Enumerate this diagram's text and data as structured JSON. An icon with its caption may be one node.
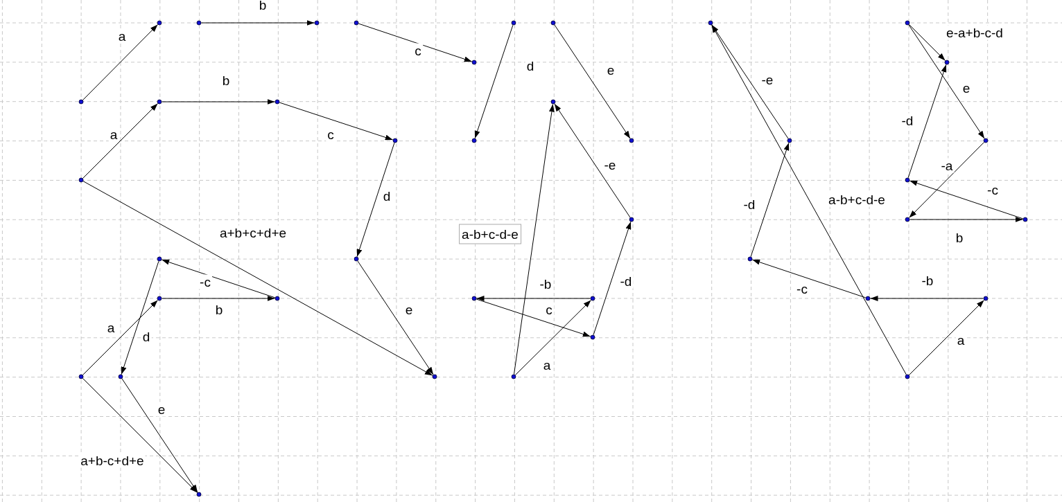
{
  "diagram": {
    "nodes": [
      {
        "text": [],
        "shape": "circle"
      },
      {
        "text": [],
        "shape": "circle"
      },
      {
        "text": [],
        "shape": "circle"
      },
      {
        "text": [],
        "shape": "circle"
      },
      {
        "text": [],
        "shape": "circle"
      },
      {
        "text": [],
        "shape": "circle"
      },
      {
        "text": [],
        "shape": "circle"
      },
      {
        "text": [],
        "shape": "circle"
      },
      {
        "text": [],
        "shape": "circle"
      },
      {
        "text": [],
        "shape": "circle"
      },
      {
        "text": [],
        "shape": "circle"
      },
      {
        "text": [],
        "shape": "circle"
      },
      {
        "text": [],
        "shape": "circle"
      },
      {
        "text": [],
        "shape": "circle"
      },
      {
        "text": [],
        "shape": "circle"
      },
      {
        "text": [],
        "shape": "circle"
      },
      {
        "text": [],
        "shape": "circle"
      },
      {
        "text": [],
        "shape": "circle"
      },
      {
        "text": [],
        "shape": "circle"
      },
      {
        "text": [],
        "shape": "circle"
      },
      {
        "text": [],
        "shape": "circle"
      },
      {
        "text": [],
        "shape": "circle"
      },
      {
        "text": [],
        "shape": "circle"
      },
      {
        "text": [],
        "shape": "circle"
      },
      {
        "text": [],
        "shape": "circle"
      },
      {
        "text": [],
        "shape": "circle"
      },
      {
        "text": [],
        "shape": "circle"
      },
      {
        "text": [],
        "shape": "circle"
      },
      {
        "text": [],
        "shape": "circle"
      },
      {
        "text": [],
        "shape": "circle"
      },
      {
        "text": [],
        "shape": "circle"
      },
      {
        "text": [],
        "shape": "circle"
      },
      {
        "text": [],
        "shape": "circle"
      },
      {
        "text": [],
        "shape": "circle"
      },
      {
        "text": [],
        "shape": "circle"
      },
      {
        "text": [],
        "shape": "circle"
      },
      {
        "text": [],
        "shape": "circle"
      },
      {
        "text": [],
        "shape": "circle"
      },
      {
        "text": [],
        "shape": "circle"
      },
      {
        "text": [],
        "shape": "circle"
      }
    ],
    "edges": [
      {
        "from": 0,
        "to": 1,
        "arrow": "to",
        "label": "a"
      },
      {
        "from": 2,
        "to": 3,
        "arrow": "to",
        "label": "b"
      },
      {
        "from": 4,
        "to": 5,
        "arrow": "to",
        "label": "c"
      },
      {
        "from": 6,
        "to": 7,
        "arrow": "to",
        "label": "d"
      },
      {
        "from": 8,
        "to": 9,
        "arrow": "to",
        "label": "e"
      },
      {
        "from": 10,
        "to": 11,
        "arrow": "to",
        "label": "a"
      },
      {
        "from": 11,
        "to": 12,
        "arrow": "to",
        "label": "b"
      },
      {
        "from": 12,
        "to": 13,
        "arrow": "to",
        "label": "c"
      },
      {
        "from": 13,
        "to": 14,
        "arrow": "to",
        "label": "d"
      },
      {
        "from": 14,
        "to": 15,
        "arrow": "to",
        "label": "e"
      },
      {
        "from": 10,
        "to": 15,
        "arrow": "to",
        "label": "a+b+c+d+e"
      },
      {
        "from": 16,
        "to": 17,
        "arrow": "to",
        "label": "a"
      },
      {
        "from": 17,
        "to": 18,
        "arrow": "to",
        "label": "b"
      },
      {
        "from": 18,
        "to": 19,
        "arrow": "to",
        "label": "-c"
      },
      {
        "from": 19,
        "to": 20,
        "arrow": "to",
        "label": "d"
      },
      {
        "from": 20,
        "to": 21,
        "arrow": "to",
        "label": "e"
      },
      {
        "from": 16,
        "to": 21,
        "arrow": "to",
        "label": "a+b-c+d+e"
      },
      {
        "from": 22,
        "to": 23,
        "arrow": "to",
        "label": "a"
      },
      {
        "from": 23,
        "to": 24,
        "arrow": "to",
        "label": "-b"
      },
      {
        "from": 24,
        "to": 25,
        "arrow": "to",
        "label": "c"
      },
      {
        "from": 25,
        "to": 26,
        "arrow": "to",
        "label": "-d"
      },
      {
        "from": 26,
        "to": 27,
        "arrow": "to",
        "label": "-e"
      },
      {
        "from": 22,
        "to": 27,
        "arrow": "to",
        "label": "a-b+c-d-e"
      },
      {
        "from": 28,
        "to": 29,
        "arrow": "to",
        "label": "a"
      },
      {
        "from": 29,
        "to": 30,
        "arrow": "to",
        "label": "-b"
      },
      {
        "from": 30,
        "to": 31,
        "arrow": "to",
        "label": "-c"
      },
      {
        "from": 31,
        "to": 32,
        "arrow": "to",
        "label": "-d"
      },
      {
        "from": 32,
        "to": 33,
        "arrow": "to",
        "label": "-e"
      },
      {
        "from": 28,
        "to": 33,
        "arrow": "to",
        "label": "a-b+c-d-e"
      },
      {
        "from": 34,
        "to": 35,
        "arrow": "to",
        "label": "e"
      },
      {
        "from": 35,
        "to": 36,
        "arrow": "to",
        "label": "-a"
      },
      {
        "from": 36,
        "to": 37,
        "arrow": "to",
        "label": "b"
      },
      {
        "from": 37,
        "to": 38,
        "arrow": "to",
        "label": "-c"
      },
      {
        "from": 38,
        "to": 39,
        "arrow": "to",
        "label": "-d"
      },
      {
        "from": 34,
        "to": 39,
        "arrow": "to",
        "label": "e-a+b-c-d"
      }
    ]
  }
}
